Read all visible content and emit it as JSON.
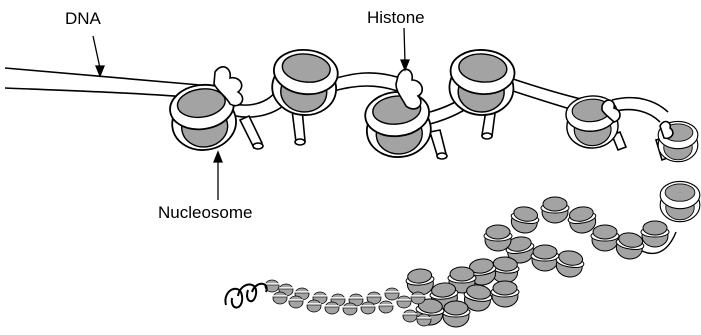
{
  "labels": {
    "dna": "DNA",
    "histone": "Histone",
    "nucleosome": "Nucleosome"
  },
  "colors": {
    "outline": "#000000",
    "core": "#a3a3a3",
    "strand": "#ffffff"
  }
}
